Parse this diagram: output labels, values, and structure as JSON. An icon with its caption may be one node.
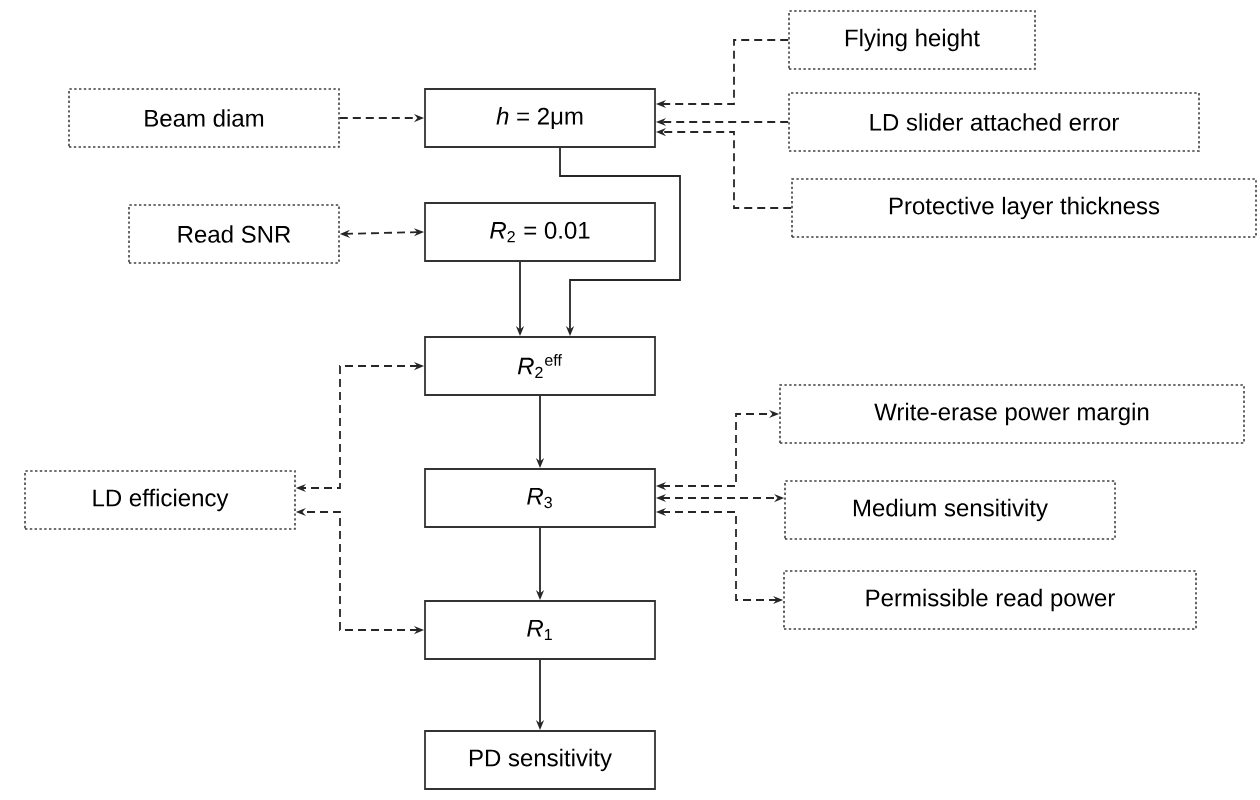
{
  "diagram": {
    "nodes": [
      {
        "text": [
          "Beam diam"
        ]
      },
      {
        "text": [
          "*h* = 2μm"
        ]
      },
      {
        "text": [
          "Flying height"
        ]
      },
      {
        "text": [
          "LD slider attached error"
        ]
      },
      {
        "text": [
          "Protective layer thickness"
        ]
      },
      {
        "text": [
          "Read SNR"
        ]
      },
      {
        "text": [
          "*R*$_{2}$ = 0.01"
        ]
      },
      {
        "text": [
          "*R*$_{2}$$^{eff}$"
        ]
      },
      {
        "text": [
          "LD efficiency"
        ]
      },
      {
        "text": [
          "*R*$_{3}$"
        ]
      },
      {
        "text": [
          "Write-erase power margin"
        ]
      },
      {
        "text": [
          "Medium sensitivity"
        ]
      },
      {
        "text": [
          "Permissible read power"
        ]
      },
      {
        "text": [
          "*R*$_{1}$"
        ]
      },
      {
        "text": [
          "PD sensitivity"
        ]
      }
    ],
    "edges": [
      {
        "from": 0,
        "to": 1,
        "arrow": "to",
        "style": "dashed"
      },
      {
        "from": 2,
        "to": 1,
        "arrow": "to",
        "style": "dashed"
      },
      {
        "from": 3,
        "to": 1,
        "arrow": "to",
        "style": "dashed"
      },
      {
        "from": 4,
        "to": 1,
        "arrow": "to",
        "style": "dashed"
      },
      {
        "from": 6,
        "to": 5,
        "arrow": "both",
        "style": "dashed"
      },
      {
        "from": 1,
        "to": 7,
        "arrow": "to"
      },
      {
        "from": 6,
        "to": 7,
        "arrow": "to"
      },
      {
        "from": 7,
        "to": 8,
        "arrow": "both",
        "style": "dashed"
      },
      {
        "from": 7,
        "to": 9,
        "arrow": "to"
      },
      {
        "from": 9,
        "to": 10,
        "arrow": "both",
        "style": "dashed"
      },
      {
        "from": 9,
        "to": 11,
        "arrow": "both",
        "style": "dashed"
      },
      {
        "from": 9,
        "to": 12,
        "arrow": "both",
        "style": "dashed"
      },
      {
        "from": 13,
        "to": 8,
        "arrow": "both",
        "style": "dashed"
      },
      {
        "from": 9,
        "to": 13,
        "arrow": "to"
      },
      {
        "from": 13,
        "to": 14,
        "arrow": "to"
      }
    ]
  }
}
